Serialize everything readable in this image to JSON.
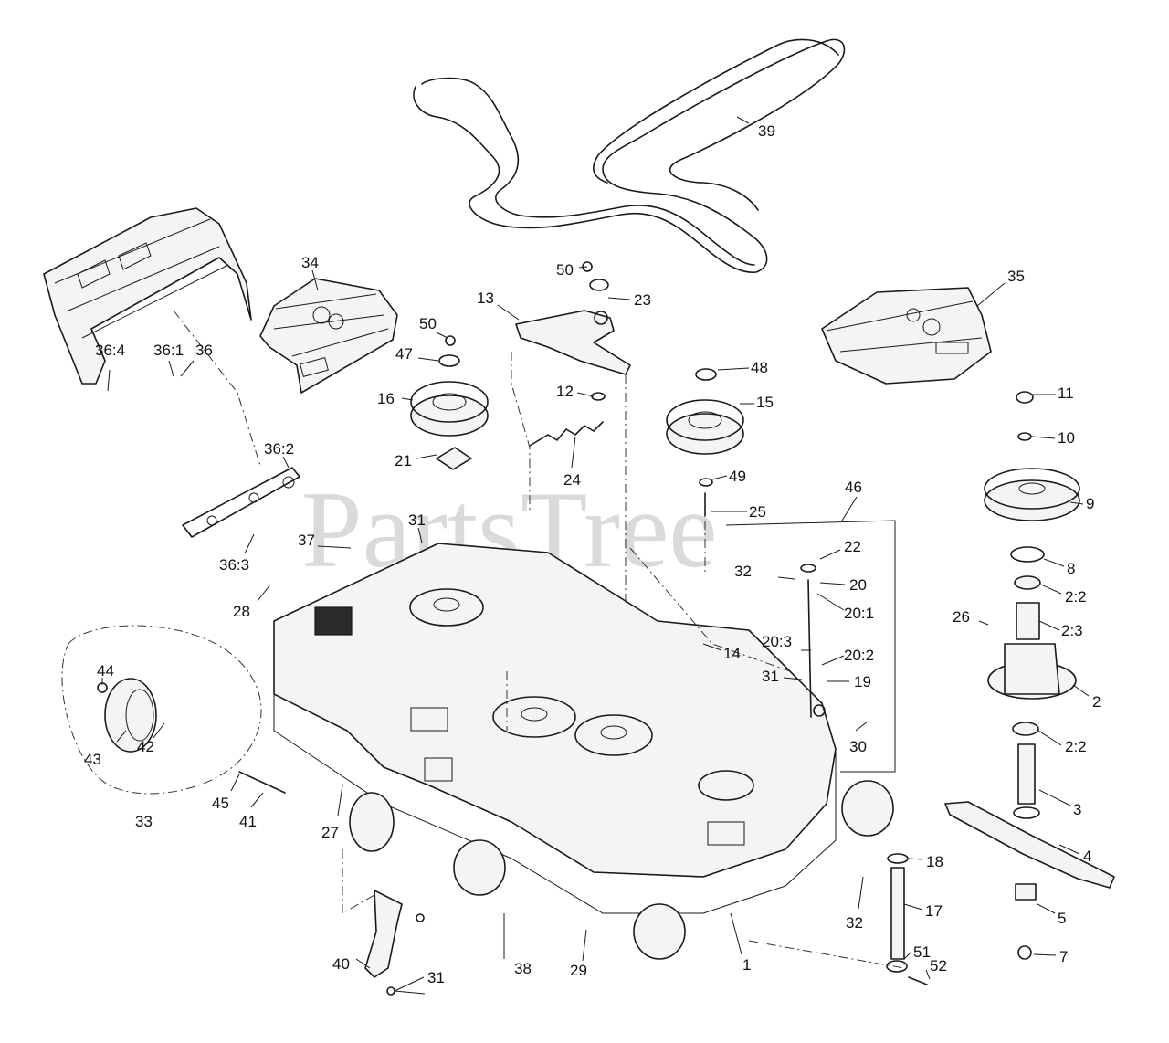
{
  "watermark": "PartsTree",
  "callouts": [
    {
      "id": "c39",
      "label": "39"
    },
    {
      "id": "c50a",
      "label": "50"
    },
    {
      "id": "c23",
      "label": "23"
    },
    {
      "id": "c34",
      "label": "34"
    },
    {
      "id": "c35",
      "label": "35"
    },
    {
      "id": "c13",
      "label": "13"
    },
    {
      "id": "c50b",
      "label": "50"
    },
    {
      "id": "c47",
      "label": "47"
    },
    {
      "id": "c48",
      "label": "48"
    },
    {
      "id": "c16",
      "label": "16"
    },
    {
      "id": "c12",
      "label": "12"
    },
    {
      "id": "c15",
      "label": "15"
    },
    {
      "id": "c36_4",
      "label": "36:4"
    },
    {
      "id": "c36_1",
      "label": "36:1"
    },
    {
      "id": "c36",
      "label": "36"
    },
    {
      "id": "c11",
      "label": "11"
    },
    {
      "id": "c10",
      "label": "10"
    },
    {
      "id": "c21",
      "label": "21"
    },
    {
      "id": "c24",
      "label": "24"
    },
    {
      "id": "c49",
      "label": "49"
    },
    {
      "id": "c36_2",
      "label": "36:2"
    },
    {
      "id": "c46",
      "label": "46"
    },
    {
      "id": "c9",
      "label": "9"
    },
    {
      "id": "c25",
      "label": "25"
    },
    {
      "id": "c31a",
      "label": "31"
    },
    {
      "id": "c22",
      "label": "22"
    },
    {
      "id": "c37",
      "label": "37"
    },
    {
      "id": "c36_3",
      "label": "36:3"
    },
    {
      "id": "c8",
      "label": "8"
    },
    {
      "id": "c32a",
      "label": "32"
    },
    {
      "id": "c20",
      "label": "20"
    },
    {
      "id": "c2_2a",
      "label": "2:2"
    },
    {
      "id": "c20_1",
      "label": "20:1"
    },
    {
      "id": "c28",
      "label": "28"
    },
    {
      "id": "c26",
      "label": "26"
    },
    {
      "id": "c2_3",
      "label": "2:3"
    },
    {
      "id": "c14",
      "label": "14"
    },
    {
      "id": "c20_3",
      "label": "20:3"
    },
    {
      "id": "c20_2",
      "label": "20:2"
    },
    {
      "id": "c44",
      "label": "44"
    },
    {
      "id": "c31b",
      "label": "31"
    },
    {
      "id": "c19",
      "label": "19"
    },
    {
      "id": "c2",
      "label": "2"
    },
    {
      "id": "c43",
      "label": "43"
    },
    {
      "id": "c42",
      "label": "42"
    },
    {
      "id": "c30",
      "label": "30"
    },
    {
      "id": "c2_2b",
      "label": "2:2"
    },
    {
      "id": "c45",
      "label": "45"
    },
    {
      "id": "c3",
      "label": "3"
    },
    {
      "id": "c33",
      "label": "33"
    },
    {
      "id": "c41",
      "label": "41"
    },
    {
      "id": "c27",
      "label": "27"
    },
    {
      "id": "c18",
      "label": "18"
    },
    {
      "id": "c4",
      "label": "4"
    },
    {
      "id": "c17",
      "label": "17"
    },
    {
      "id": "c32b",
      "label": "32"
    },
    {
      "id": "c5",
      "label": "5"
    },
    {
      "id": "c51",
      "label": "51"
    },
    {
      "id": "c38",
      "label": "38"
    },
    {
      "id": "c29",
      "label": "29"
    },
    {
      "id": "c1",
      "label": "1"
    },
    {
      "id": "c52",
      "label": "52"
    },
    {
      "id": "c7",
      "label": "7"
    },
    {
      "id": "c40",
      "label": "40"
    },
    {
      "id": "c31c",
      "label": "31"
    }
  ]
}
